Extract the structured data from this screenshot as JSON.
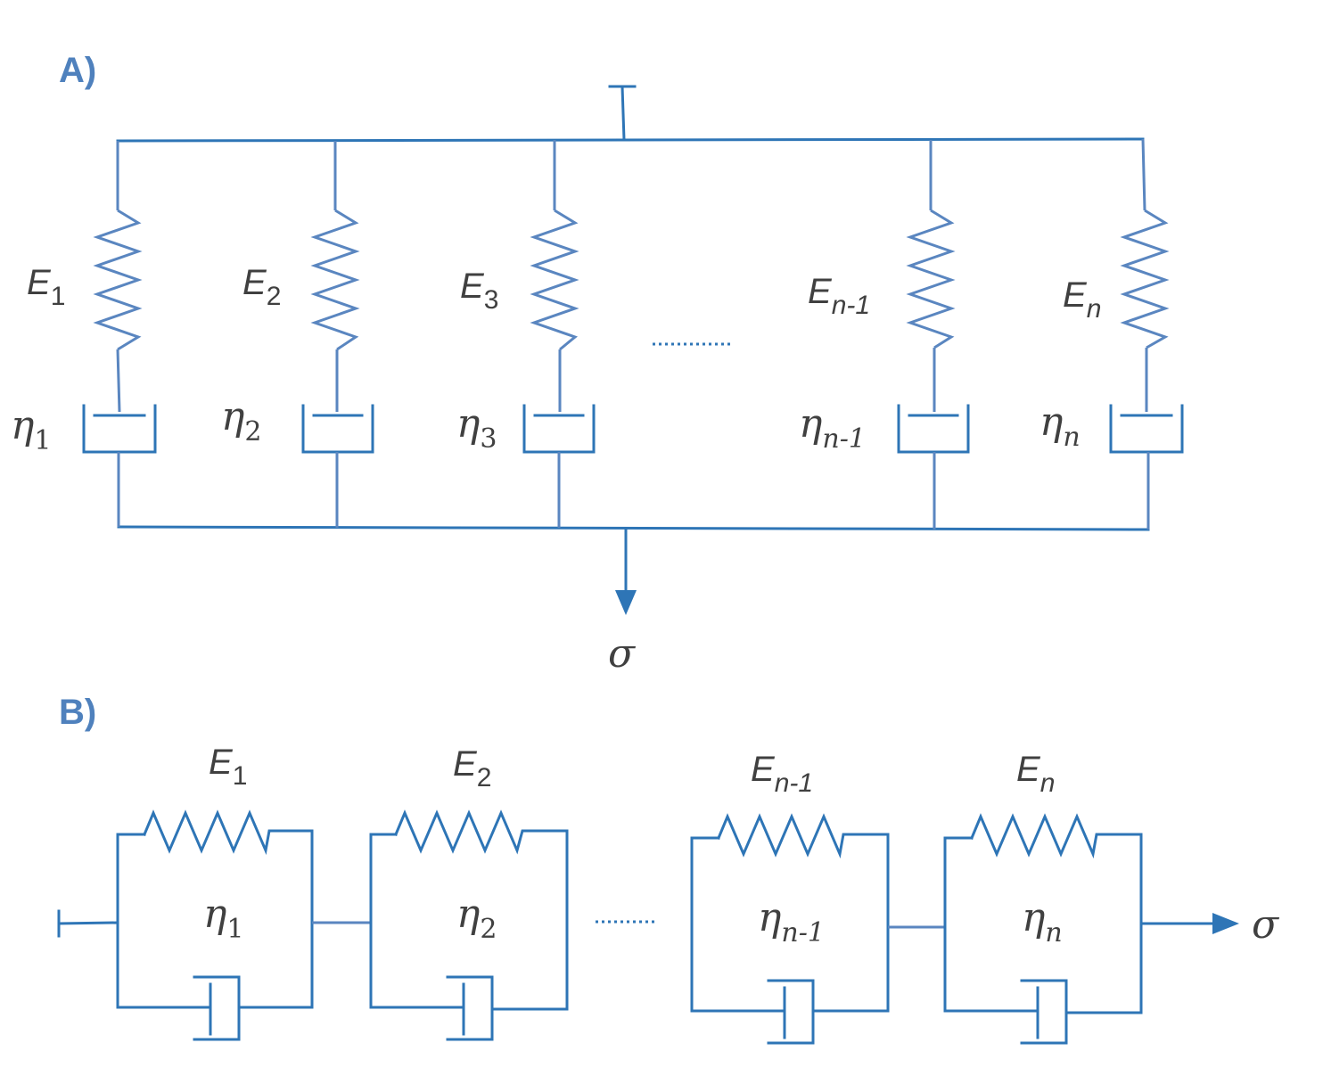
{
  "panel_a": {
    "label": "A)",
    "branches": [
      {
        "spring": "E",
        "spring_sub": "1",
        "dashpot": "η",
        "dashpot_sub": "1"
      },
      {
        "spring": "E",
        "spring_sub": "2",
        "dashpot": "η",
        "dashpot_sub": "2"
      },
      {
        "spring": "E",
        "spring_sub": "3",
        "dashpot": "η",
        "dashpot_sub": "3"
      },
      {
        "spring": "E",
        "spring_sub": "n-1",
        "dashpot": "η",
        "dashpot_sub": "n-1"
      },
      {
        "spring": "E",
        "spring_sub": "n",
        "dashpot": "η",
        "dashpot_sub": "n"
      }
    ],
    "stress": "σ"
  },
  "panel_b": {
    "label": "B)",
    "units": [
      {
        "spring": "E",
        "spring_sub": "1",
        "dashpot": "η",
        "dashpot_sub": "1"
      },
      {
        "spring": "E",
        "spring_sub": "2",
        "dashpot": "η",
        "dashpot_sub": "2"
      },
      {
        "spring": "E",
        "spring_sub": "n-1",
        "dashpot": "η",
        "dashpot_sub": "n-1"
      },
      {
        "spring": "E",
        "spring_sub": "n",
        "dashpot": "η",
        "dashpot_sub": "n"
      }
    ],
    "stress": "σ"
  },
  "colors": {
    "wire": "#2e75b6",
    "label": "#4f81bd",
    "text": "#404040"
  }
}
